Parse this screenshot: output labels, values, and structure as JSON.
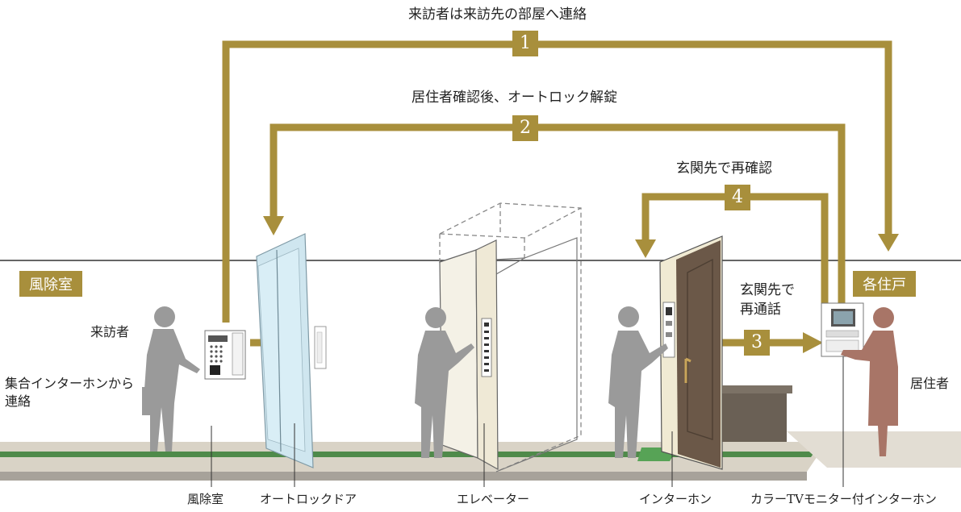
{
  "titles": {
    "step1": "来訪者は来訪先の部屋へ連絡",
    "step2": "居住者確認後、オートロック解錠",
    "step4": "玄関先で再確認",
    "step3_line1": "玄関先で",
    "step3_line2": "再通話"
  },
  "steps": {
    "s1": "1",
    "s2": "2",
    "s3": "3",
    "s4": "4"
  },
  "tags": {
    "left": "風除室",
    "right": "各住戸"
  },
  "people": {
    "visitor": "来訪者",
    "visitor_note_line1": "集合インターホンから",
    "visitor_note_line2": "連絡",
    "resident": "居住者"
  },
  "captions": {
    "vestibule": "風除室",
    "autolock_door": "オートロックドア",
    "elevator": "エレベーター",
    "intercom": "インターホン",
    "color_tv_intercom": "カラーTVモニター付インターホン"
  },
  "colors": {
    "accent": "#a88f3c",
    "figure_gray": "#9a9a9a",
    "resident": "#a87567",
    "door_brown": "#6b5848"
  }
}
